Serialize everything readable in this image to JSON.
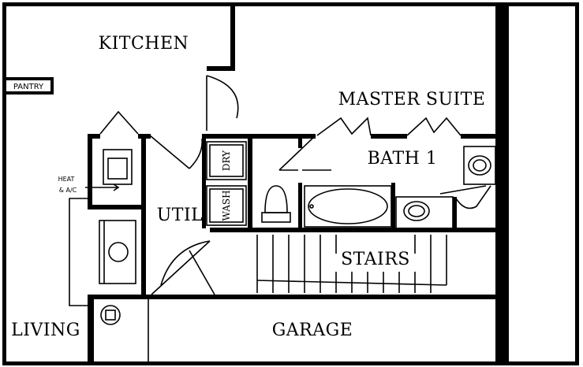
{
  "rooms": {
    "kitchen": "KITCHEN",
    "master_suite": "MASTER SUITE",
    "bath_1": "BATH 1",
    "util": "UTIL",
    "stairs": "STAIRS",
    "garage": "GARAGE",
    "living": "LIVING"
  },
  "labels": {
    "pantry": "PANTRY",
    "heat_line_1": "HEAT",
    "heat_line_2": "& A/C",
    "dryer": "DRY",
    "washer": "WASH"
  },
  "colors": {
    "wall": "#000000",
    "background": "#ffffff"
  }
}
